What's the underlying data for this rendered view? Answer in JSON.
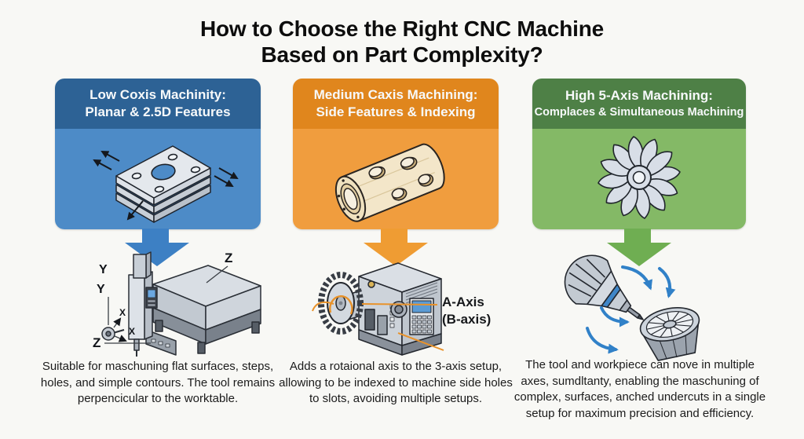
{
  "title": {
    "line1": "How to Choose the Right CNC Machine",
    "line2": "Based on Part Complexity?"
  },
  "columns": [
    {
      "header": {
        "line1": "Low Coxis Machinity:",
        "line2": "Planar & 2.5D Features"
      },
      "part_illustration": "stacked-flat-plate-with-holes",
      "machine_illustration": "3-axis-vertical-machining-center",
      "axis_labels": {
        "y_top": "Y",
        "y_mid": "Y",
        "x_upper": "X",
        "x_lower": "X",
        "z_top": "Z",
        "z_bottom": "Z"
      },
      "caption": "Suitable for maschuning flat surfaces, steps, holes, and simple contours. The tool remains perpencicular to the worktable.",
      "colors": {
        "header": "#2d6295",
        "body": "#4d8bc7",
        "arrow": "#3d80c4"
      }
    },
    {
      "header": {
        "line1": "Medium Caxis Machining:",
        "line2": "Side Features & Indexing"
      },
      "part_illustration": "cylinder-with-side-holes",
      "machine_illustration": "4-axis-machine-with-rotary-indexer-wheel",
      "machine_labels": {
        "line1": "A-Axis",
        "line2": "(B-axis)"
      },
      "caption": "Adds a rotaional axis to the 3-axis setup, allowing to be indexed to machine side holes to slots, avoiding multiple setups.",
      "colors": {
        "header": "#e0861d",
        "body": "#f09d3e",
        "arrow": "#ef9c33"
      }
    },
    {
      "header": {
        "line1": "High 5-Axis Machining:",
        "line2": "Complaces & Simultaneous Machining"
      },
      "part_illustration": "turbine-impeller",
      "machine_illustration": "5-axis-tilting-spindle-and-impeller-workpiece",
      "caption": "The tool and workpiece can nove in multiple axes, sumdltanty, enabling the maschuning of complex, surfaces, anched undercuts in a single setup for maximum precision and efficiency.",
      "colors": {
        "header": "#4e8046",
        "body": "#84b966",
        "arrow": "#6fae52"
      }
    }
  ]
}
